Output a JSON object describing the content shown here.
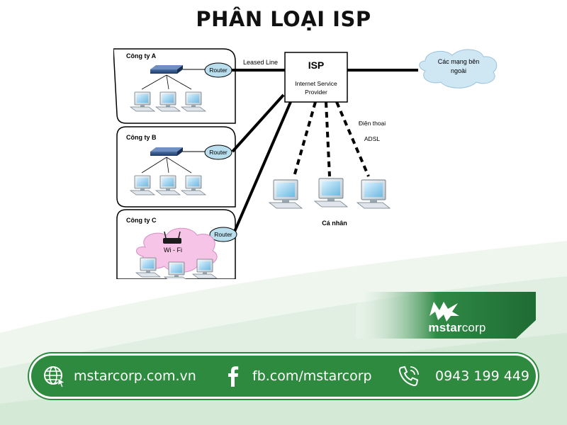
{
  "title": "PHÂN LOẠI ISP",
  "diagram": {
    "company_a": "Công ty A",
    "company_b": "Công ty B",
    "company_c": "Công ty C",
    "router_label": "Router",
    "leased_line": "Leased Line",
    "isp_title": "ISP",
    "isp_subtitle_line1": "Internet Service",
    "isp_subtitle_line2": "Provider",
    "cloud_line1": "Các mạng bên",
    "cloud_line2": "ngoài",
    "phone_label": "Điện thoại",
    "adsl_label": "ADSL",
    "wifi_label": "Wi - Fi",
    "individuals_label": "Cá nhân"
  },
  "brand": {
    "name_bold": "mstar",
    "name_regular": "corp"
  },
  "contact": {
    "website": "mstarcorp.com.vn",
    "facebook": "fb.com/mstarcorp",
    "phone": "0943 199 449"
  },
  "colors": {
    "brand_green": "#2e8a3e",
    "banner_dark_green": "#1f6b34"
  },
  "icons": [
    "globe-icon",
    "facebook-icon",
    "phone-icon",
    "mstar-logo-icon"
  ]
}
